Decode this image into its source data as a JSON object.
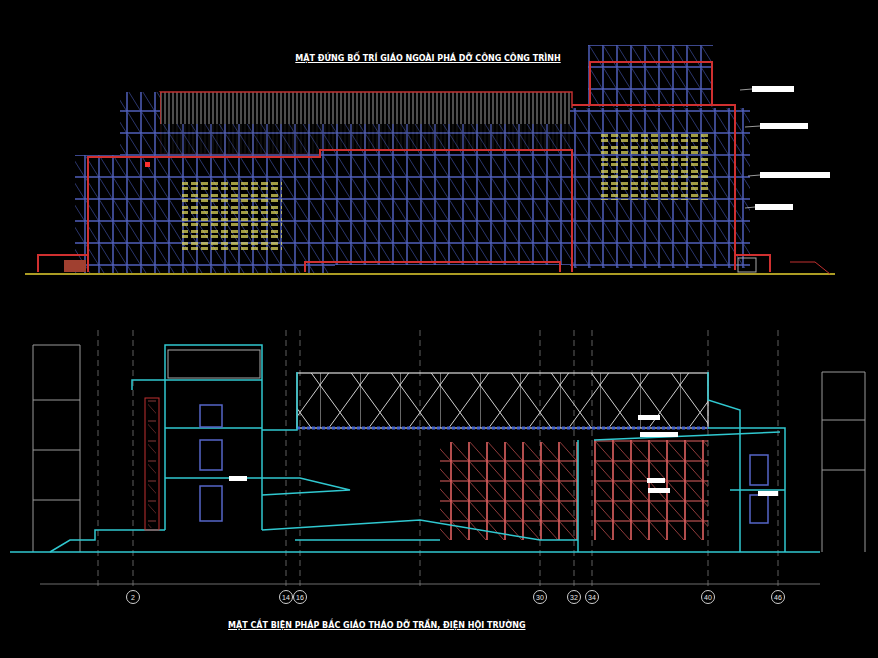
{
  "diagram": {
    "title": "MẶT ĐỨNG BỐ TRÍ GIÁO NGOÀI PHÁ DỠ CÔNG CÔNG TRÌNH",
    "caption": "MẶT CẮT BIỆN PHÁP BẮC GIÁO THÁO DỠ TRẦN, ĐIỆN HỘI TRƯỜNG",
    "nodes": [
      {
        "text": [
          "2"
        ]
      },
      {
        "text": [
          "14"
        ]
      },
      {
        "text": [
          "16"
        ]
      },
      {
        "text": [
          "30"
        ]
      },
      {
        "text": [
          "32"
        ]
      },
      {
        "text": [
          "34"
        ]
      },
      {
        "text": [
          "40"
        ]
      },
      {
        "text": [
          "46"
        ]
      }
    ]
  }
}
